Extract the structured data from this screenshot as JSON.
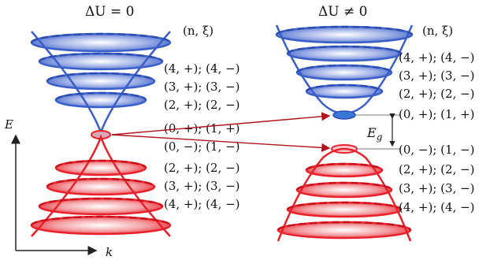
{
  "left_panel": {
    "title": "ΔU = 0",
    "header": "(n, ξ)",
    "upper_labels": [
      "(4, +); (4, −)",
      "(3, +); (3, −)",
      "(2, +); (2, −)"
    ],
    "middle_labels": [
      "(0, +); (1, +)",
      "(0, −); (1, −)"
    ],
    "lower_labels": [
      "(2, +); (2, −)",
      "(3, +); (3, −)",
      "(4, +); (4, −)"
    ]
  },
  "right_panel": {
    "title": "ΔU ≠ 0",
    "header": "(n, ξ)",
    "upper_labels": [
      "(4, +); (4, −)",
      "(3, +); (3, −)",
      "(2, +); (2, −)",
      "(0, +); (1, +)"
    ],
    "gap_label": "E",
    "gap_subscript": "g",
    "lower_labels": [
      "(0, −); (1, −)",
      "(2, +); (2, −)",
      "(3, +); (3, −)",
      "(4, +); (4, −)"
    ]
  },
  "axes": {
    "energy_label": "E",
    "momentum_label": "k"
  },
  "colors": {
    "conduction": "#3a5fc8",
    "valence": "#e8212a",
    "arrow": "#b0141c",
    "text": "#111111"
  }
}
